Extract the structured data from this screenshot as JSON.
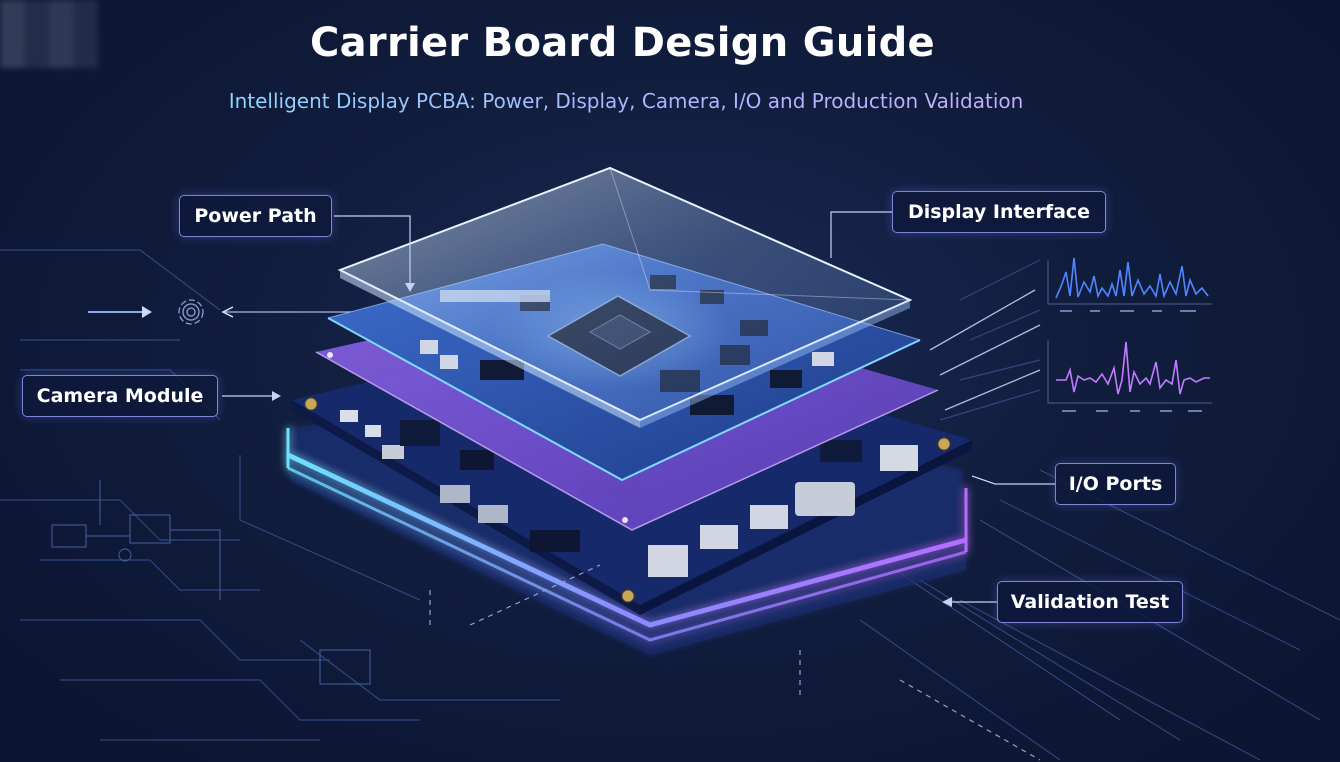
{
  "header": {
    "title": "Carrier Board Design Guide",
    "subtitle": "Intelligent Display PCBA: Power, Display, Camera, I/O and Production Validation"
  },
  "callouts": {
    "power_path": "Power Path",
    "display_interface": "Display Interface",
    "camera_module": "Camera Module",
    "io_ports": "I/O Ports",
    "validation_test": "Validation Test"
  },
  "colors": {
    "background": "#111d3d",
    "cyan_glow": "#6fdcff",
    "violet_glow": "#b077ff",
    "pcb_blue": "#1f3a78",
    "callout_border": "#7d86d8"
  }
}
